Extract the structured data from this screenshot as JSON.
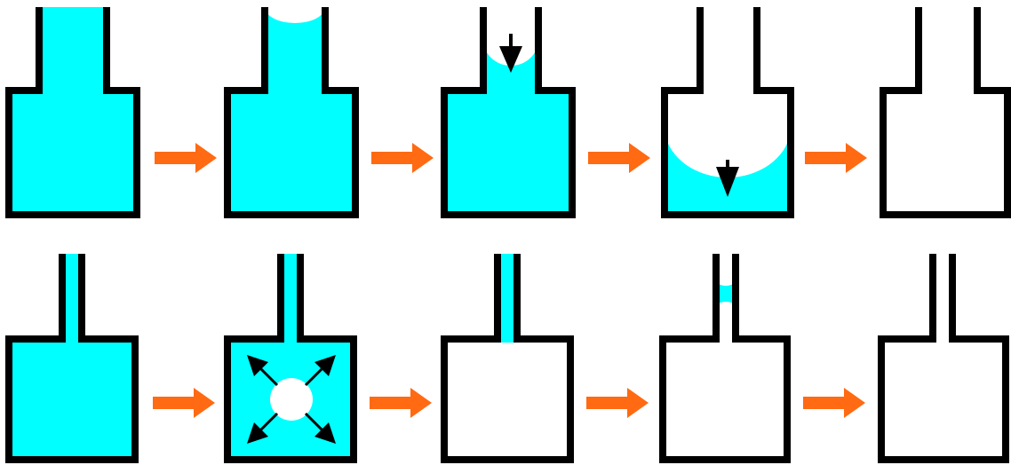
{
  "colors": {
    "liquid": "#00FFFF",
    "outline": "#000000",
    "arrow": "#FF6A13",
    "background": "#FFFFFF",
    "bubble": "#FFFFFF",
    "pointer": "#000000"
  },
  "rows": [
    {
      "name": "wide-neck",
      "stages": [
        {
          "fill": "full"
        },
        {
          "fill": "meniscus-at-top"
        },
        {
          "fill": "bubble-entering-neck",
          "pointer": "down"
        },
        {
          "fill": "bubble-in-body",
          "pointer": "down"
        },
        {
          "fill": "empty"
        }
      ]
    },
    {
      "name": "narrow-neck",
      "stages": [
        {
          "fill": "full"
        },
        {
          "fill": "bubble-expanding",
          "pointer": "outward"
        },
        {
          "fill": "neck-only"
        },
        {
          "fill": "slug-in-neck"
        },
        {
          "fill": "empty"
        }
      ]
    }
  ],
  "transition_arrows": 8
}
